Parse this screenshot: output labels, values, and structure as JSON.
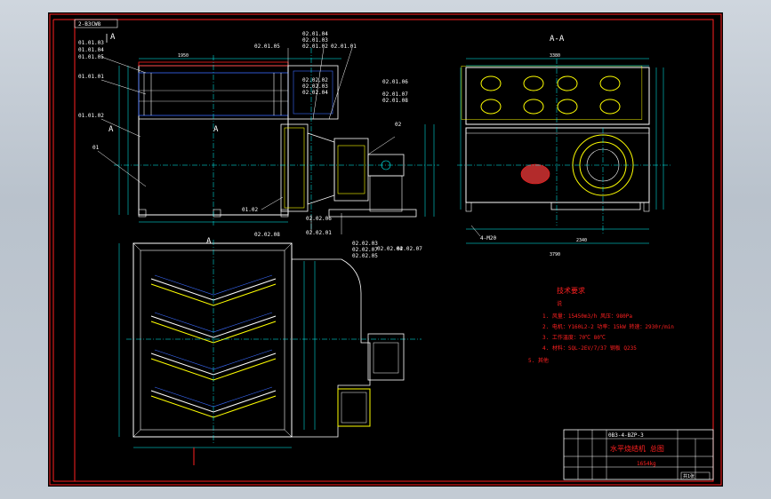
{
  "drawing": {
    "view_title_aa": "A-A",
    "section_mark": "A",
    "corner_code": "2-B3CW8",
    "parts_left": [
      "01.01.03",
      "01.01.04",
      "01.01.05",
      "01.01.01",
      "01.01.02",
      "01"
    ],
    "parts_top": [
      "02.01.05",
      "02.01.04",
      "02.01.03",
      "02.01.02",
      "02.01.01"
    ],
    "parts_mid": [
      "02.02.02",
      "02.02.03",
      "02.02.04",
      "02.01.06",
      "02.01.07",
      "02.01.08"
    ],
    "parts_bottom": [
      "01.02",
      "02.02.08",
      "02.02.06",
      "02.02.01",
      "02.02.03",
      "02.02.07",
      "02.02.05",
      "02.02.04",
      "02.02.07"
    ],
    "part_02": "02",
    "anchor_label": "4-M20",
    "dims_top": [
      "3380",
      "1950"
    ],
    "dims_right": [
      "2340",
      "3790"
    ]
  },
  "notes": {
    "heading": "技术要求",
    "sub": "说",
    "lines": [
      "1. 风量：15450m3/h 风压：980Pa",
      "2. 电机：Y160L2-2 功率：15kW 转速：2930r/min",
      "3. 工作温度：70℃ 80℃",
      "4. 材料：SQL-2EV/7/37 钢板 Q235",
      "5. 其他"
    ]
  },
  "title_block": {
    "drawing_no": "0B3-4-BZP-3",
    "name": "水平烧结机 总图",
    "weight": "1654kg",
    "sheet": "共1张"
  },
  "colors": {
    "background": "#000000",
    "frame": "#ff2020",
    "body": "#ffffff",
    "center": "#00ffff",
    "accent": "#ffff00",
    "blue": "#3a6bff"
  }
}
